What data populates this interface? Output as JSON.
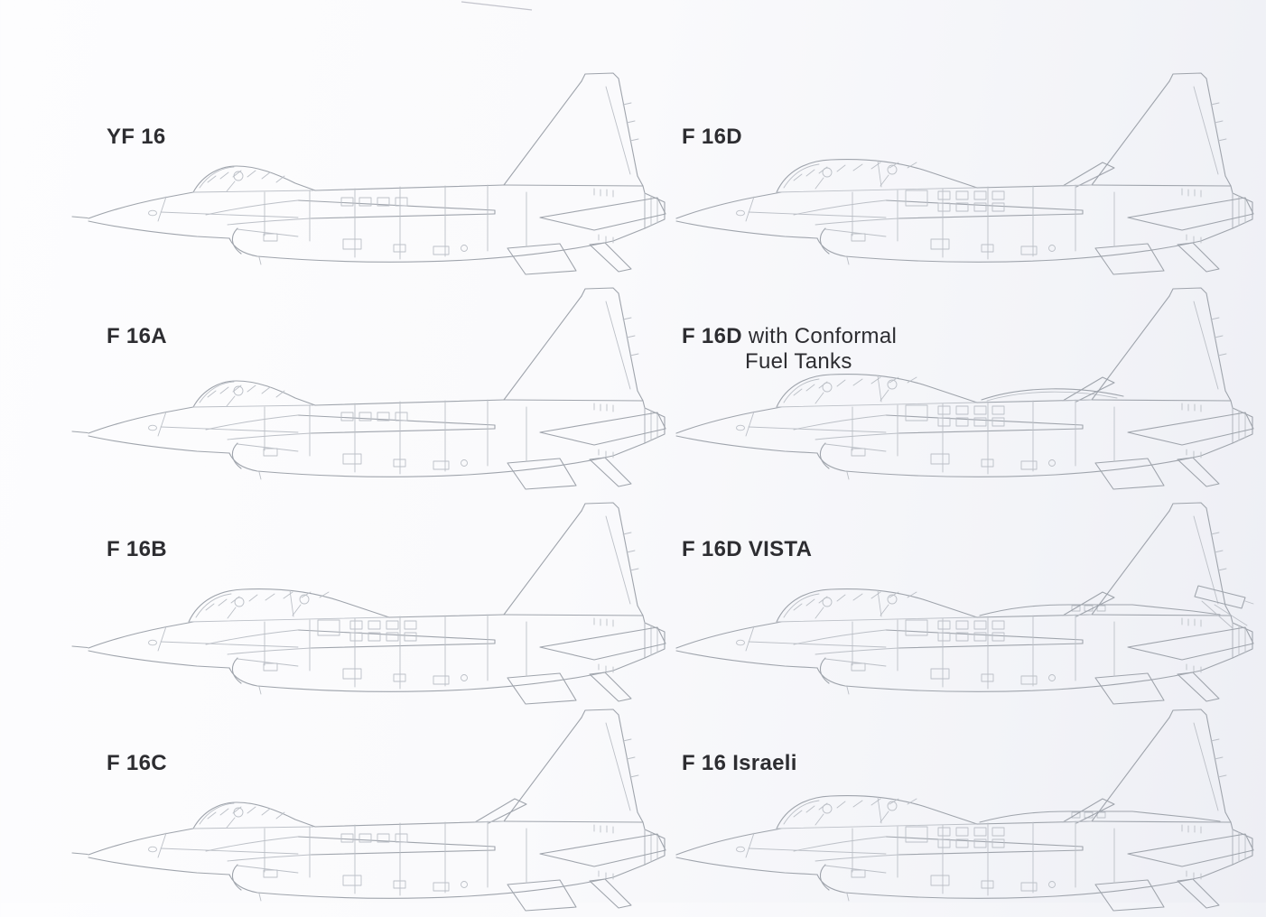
{
  "page": {
    "title": "F-16 variant side-profile drawings",
    "line_color": "#9fa4ac",
    "detail_line_color": "#bcc0c7",
    "label_color": "#2d2d31",
    "artifact_color": "#c3c4cc"
  },
  "variants": [
    {
      "id": "yf-16",
      "label_bold": "YF 16",
      "label_regular": "",
      "label_line2": "",
      "features": {
        "seats": 1,
        "pitot": true,
        "conformal_tanks": false,
        "dorsal_spine": false,
        "vista_boom": false,
        "extended_tail_fairing": false
      }
    },
    {
      "id": "f-16d",
      "label_bold": "F 16D",
      "label_regular": "",
      "label_line2": "",
      "features": {
        "seats": 2,
        "pitot": false,
        "conformal_tanks": false,
        "dorsal_spine": false,
        "vista_boom": false,
        "extended_tail_fairing": true
      }
    },
    {
      "id": "f-16a",
      "label_bold": "F 16A",
      "label_regular": "",
      "label_line2": "",
      "features": {
        "seats": 1,
        "pitot": true,
        "conformal_tanks": false,
        "dorsal_spine": false,
        "vista_boom": false,
        "extended_tail_fairing": false
      }
    },
    {
      "id": "f-16d-cft",
      "label_bold": "F 16D",
      "label_regular": "with Conformal",
      "label_line2": "Fuel Tanks",
      "features": {
        "seats": 2,
        "pitot": false,
        "conformal_tanks": true,
        "dorsal_spine": false,
        "vista_boom": false,
        "extended_tail_fairing": true
      }
    },
    {
      "id": "f-16b",
      "label_bold": "F 16B",
      "label_regular": "",
      "label_line2": "",
      "features": {
        "seats": 2,
        "pitot": true,
        "conformal_tanks": false,
        "dorsal_spine": false,
        "vista_boom": false,
        "extended_tail_fairing": false
      }
    },
    {
      "id": "f-16d-vista",
      "label_bold": "F 16D VISTA",
      "label_regular": "",
      "label_line2": "",
      "features": {
        "seats": 2,
        "pitot": false,
        "conformal_tanks": false,
        "dorsal_spine": true,
        "vista_boom": true,
        "extended_tail_fairing": true
      }
    },
    {
      "id": "f-16c",
      "label_bold": "F 16C",
      "label_regular": "",
      "label_line2": "",
      "features": {
        "seats": 1,
        "pitot": true,
        "conformal_tanks": false,
        "dorsal_spine": false,
        "vista_boom": false,
        "extended_tail_fairing": true
      }
    },
    {
      "id": "f-16-israeli",
      "label_bold": "F 16 Israeli",
      "label_regular": "",
      "label_line2": "",
      "features": {
        "seats": 2,
        "pitot": false,
        "conformal_tanks": false,
        "dorsal_spine": true,
        "vista_boom": false,
        "extended_tail_fairing": true
      }
    }
  ]
}
